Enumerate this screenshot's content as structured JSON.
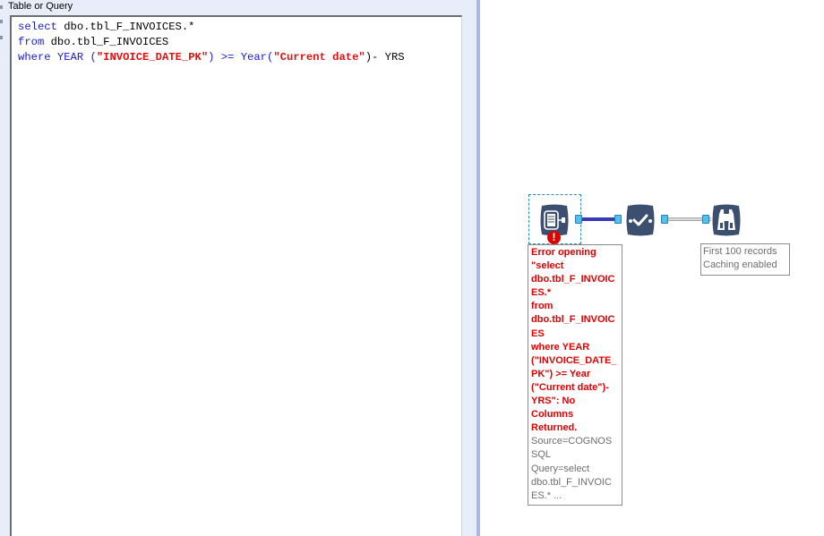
{
  "config_panel": {
    "field_label": "Table or Query",
    "query_lines": [
      {
        "kw1": "select",
        "rest": " dbo.tbl_F_INVOICES.*"
      },
      {
        "kw1": "from",
        "rest": " dbo.tbl_F_INVOICES"
      },
      {
        "kw1": "where",
        "kw2": "YEAR",
        "paren_open": " (",
        "str1": "\"INVOICE_DATE_PK\"",
        "op": ") >= ",
        "kw3": "Year",
        "p2": "(",
        "str2": "\"Current date\"",
        "tail": ")- YRS"
      }
    ]
  },
  "workflow": {
    "tools": [
      {
        "name": "input-data-tool",
        "status": "error"
      },
      {
        "name": "select-tool",
        "status": "ok"
      },
      {
        "name": "browse-tool",
        "status": "ok"
      }
    ],
    "error_annotation": {
      "error_lines": [
        "Error opening",
        "\"select",
        "dbo.tbl_F_INVOIC",
        "ES.*",
        "from",
        "dbo.tbl_F_INVOIC",
        "ES",
        "where YEAR",
        "(\"INVOICE_DATE_",
        "PK\") >= Year",
        "(\"Current date\")-",
        "YRS\": No",
        "Columns",
        "Returned."
      ],
      "info_lines": [
        "Source=COGNOS",
        "SQL",
        "Query=select",
        "dbo.tbl_F_INVOIC",
        "ES.* ..."
      ]
    },
    "browse_annotation": {
      "lines": [
        "First 100 records",
        "Caching enabled"
      ]
    },
    "colors": {
      "tool_bg": "#3d4f6e",
      "anchor": "#4fc3ef",
      "error": "#e00000",
      "connection_selected": "#3a3ab8",
      "connection": "#b8b8b8"
    }
  }
}
